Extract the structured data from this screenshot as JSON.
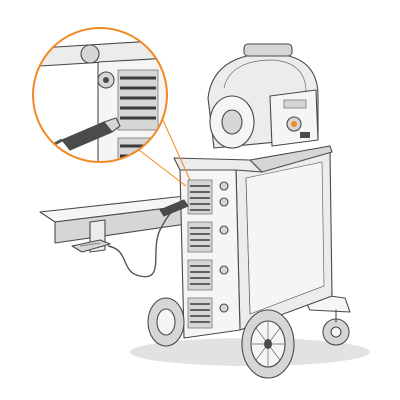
{
  "colors": {
    "accent": "#f08a24",
    "outline": "#4a4a4a",
    "body": "#ececec",
    "shadow": "#bdbdbd"
  },
  "icons": {
    "welding_machine": "welding-machine-illustration",
    "zoom_callout": "zoom-callout-circle",
    "plug": "power-plug-connector"
  }
}
